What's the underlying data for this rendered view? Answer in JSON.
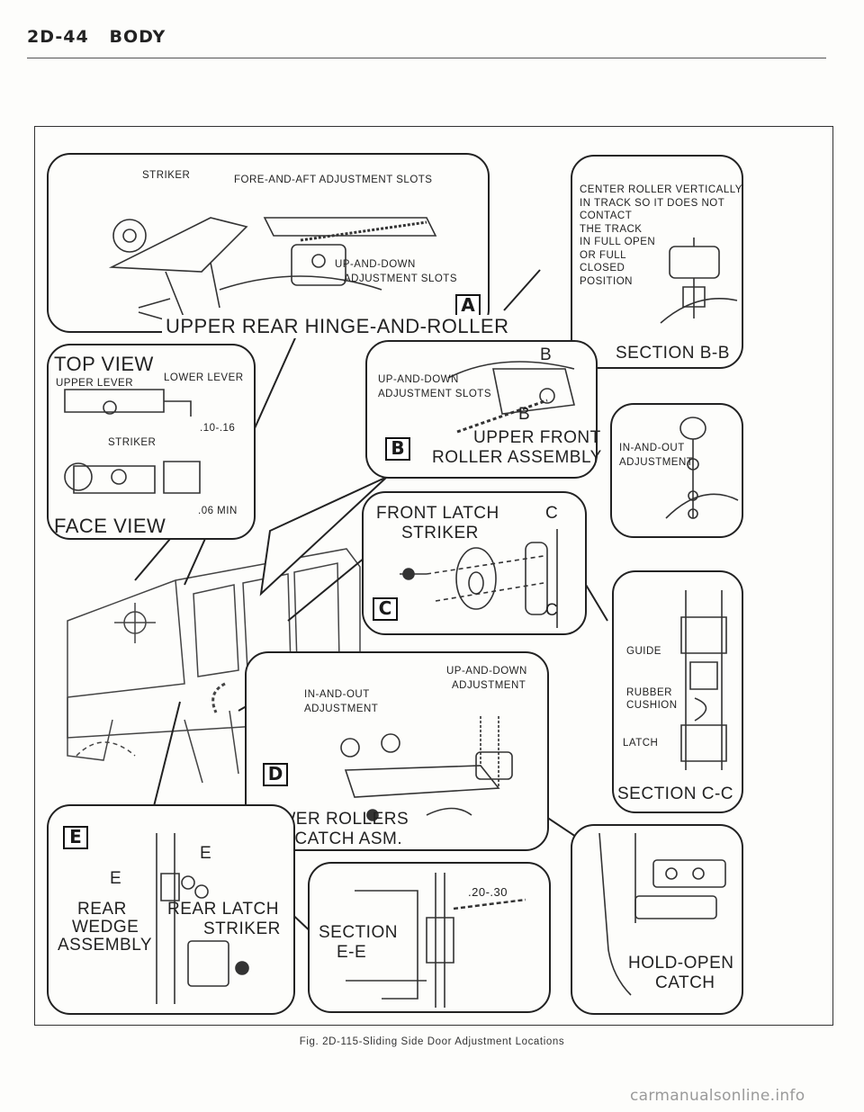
{
  "header": {
    "page": "2D-44",
    "section": "BODY"
  },
  "panel_a": {
    "tag": "A",
    "title": "UPPER REAR HINGE-AND-ROLLER",
    "striker": "STRIKER",
    "fore_aft": "FORE-AND-AFT ADJUSTMENT SLOTS",
    "up_down_1": "UP-AND-DOWN",
    "up_down_2": "ADJUSTMENT SLOTS"
  },
  "section_bb": {
    "title": "SECTION B-B",
    "note_lines": [
      "CENTER ROLLER VERTICALLY",
      "IN TRACK SO IT DOES NOT",
      "CONTACT",
      "THE TRACK",
      "IN FULL OPEN",
      "OR FULL",
      "CLOSED",
      "POSITION"
    ]
  },
  "top_view": {
    "title": "TOP VIEW",
    "upper_lever": "UPPER LEVER",
    "lower_lever": "LOWER LEVER",
    "dim_1": ".10-.16",
    "striker": "STRIKER",
    "dim_2": ".06 MIN",
    "face_view": "FACE VIEW"
  },
  "panel_b": {
    "tag": "B",
    "b_mark_1": "B",
    "b_mark_2": "B",
    "up_down_1": "UP-AND-DOWN",
    "up_down_2": "ADJUSTMENT SLOTS",
    "title_1": "UPPER FRONT",
    "title_2": "ROLLER ASSEMBLY"
  },
  "in_out_panel": {
    "line_1": "IN-AND-OUT",
    "line_2": "ADJUSTMENT"
  },
  "panel_c": {
    "tag": "C",
    "title_1": "FRONT LATCH",
    "title_2": "STRIKER",
    "c_mark_1": "C",
    "c_mark_2": "C"
  },
  "section_cc": {
    "title": "SECTION C-C",
    "guide": "GUIDE",
    "rubber_1": "RUBBER",
    "rubber_2": "CUSHION",
    "latch": "LATCH"
  },
  "panel_d": {
    "tag": "D",
    "up_down_1": "UP-AND-DOWN",
    "up_down_2": "ADJUSTMENT",
    "in_out_1": "IN-AND-OUT",
    "in_out_2": "ADJUSTMENT",
    "title_1": "LOWER ROLLERS",
    "title_2": "AND CATCH ASM."
  },
  "panel_e": {
    "tag": "E",
    "e_mark_1": "E",
    "e_mark_2": "E",
    "wedge_1": "REAR",
    "wedge_2": "WEDGE",
    "wedge_3": "ASSEMBLY",
    "striker_1": "REAR LATCH",
    "striker_2": "STRIKER"
  },
  "section_ee": {
    "title_1": "SECTION",
    "title_2": "E-E",
    "dim": ".20-.30"
  },
  "hold_open": {
    "title_1": "HOLD-OPEN",
    "title_2": "CATCH"
  },
  "caption": "Fig. 2D-115-Sliding Side Door Adjustment Locations",
  "watermark": "carmanualsonline.info"
}
